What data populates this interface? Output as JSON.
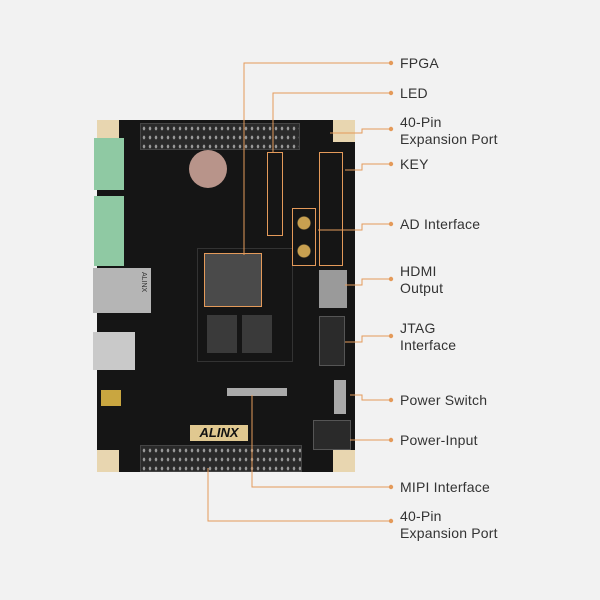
{
  "accent_color": "#e49a5a",
  "board": {
    "logo_text": "ALINX",
    "ethernet_logo": "ALINX"
  },
  "labels": {
    "fpga": "FPGA",
    "led": "LED",
    "expansion_top_1": "40-Pin",
    "expansion_top_2": "Expansion Port",
    "key": "KEY",
    "ad": "AD Interface",
    "hdmi_1": "HDMI",
    "hdmi_2": "Output",
    "jtag_1": "JTAG",
    "jtag_2": "Interface",
    "power_switch": "Power Switch",
    "power_input": "Power-Input",
    "mipi": "MIPI Interface",
    "expansion_bottom_1": "40-Pin",
    "expansion_bottom_2": "Expansion Port"
  }
}
